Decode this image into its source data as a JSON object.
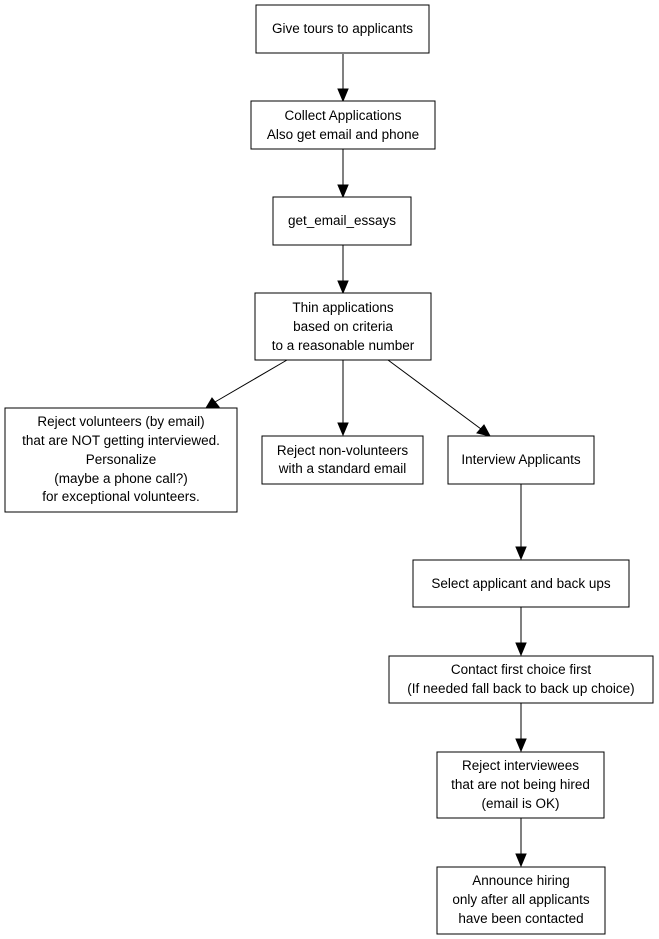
{
  "nodes": {
    "give_tours": {
      "lines": [
        "Give tours to applicants"
      ]
    },
    "collect_applications": {
      "lines": [
        "Collect Applications",
        "Also get email and phone"
      ]
    },
    "get_email_essays": {
      "lines": [
        "get_email_essays"
      ]
    },
    "thin_applications": {
      "lines": [
        "Thin applications",
        "based on criteria",
        "to a reasonable number"
      ]
    },
    "reject_volunteers": {
      "lines": [
        "Reject volunteers (by email)",
        "that are NOT getting interviewed.",
        "Personalize",
        "(maybe a phone call?)",
        "for exceptional volunteers."
      ]
    },
    "reject_non_volunteers": {
      "lines": [
        "Reject non-volunteers",
        "with a standard email"
      ]
    },
    "interview_applicants": {
      "lines": [
        "Interview Applicants"
      ]
    },
    "select_applicant": {
      "lines": [
        "Select applicant and back ups"
      ]
    },
    "contact_first_choice": {
      "lines": [
        "Contact first choice first",
        "(If needed fall back to back up choice)"
      ]
    },
    "reject_interviewees": {
      "lines": [
        "Reject interviewees",
        "that are not being hired",
        "(email is OK)"
      ]
    },
    "announce_hiring": {
      "lines": [
        "Announce hiring",
        "only after all applicants",
        "have been contacted"
      ]
    }
  },
  "edges": [
    {
      "from": "give_tours",
      "to": "collect_applications"
    },
    {
      "from": "collect_applications",
      "to": "get_email_essays"
    },
    {
      "from": "get_email_essays",
      "to": "thin_applications"
    },
    {
      "from": "thin_applications",
      "to": "reject_volunteers"
    },
    {
      "from": "thin_applications",
      "to": "reject_non_volunteers"
    },
    {
      "from": "thin_applications",
      "to": "interview_applicants"
    },
    {
      "from": "interview_applicants",
      "to": "select_applicant"
    },
    {
      "from": "select_applicant",
      "to": "contact_first_choice"
    },
    {
      "from": "contact_first_choice",
      "to": "reject_interviewees"
    },
    {
      "from": "reject_interviewees",
      "to": "announce_hiring"
    }
  ]
}
